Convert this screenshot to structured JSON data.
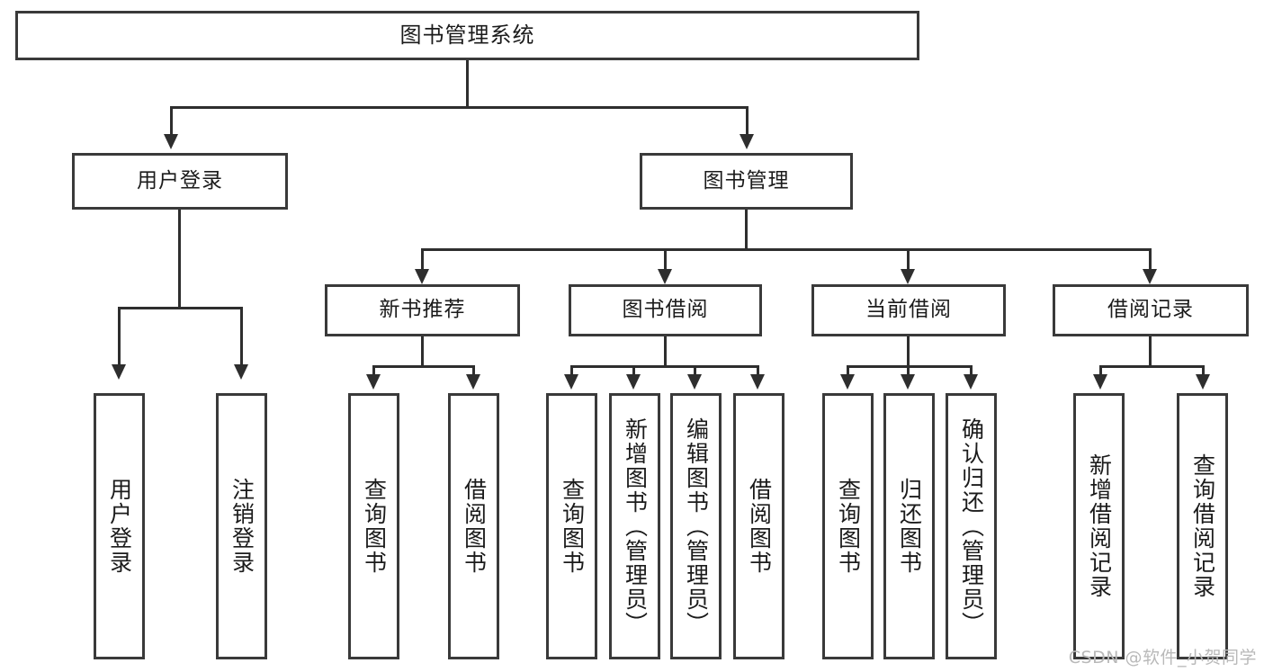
{
  "diagram": {
    "title": "图书管理系统",
    "type": "tree-hierarchy",
    "watermark": "CSDN @软件_小贺同学",
    "colors": {
      "box_border": "#3a3a3a",
      "connector": "#2e2e2e",
      "background": "#ffffff",
      "text": "#1b1b1b",
      "watermark": "#b9b9b9"
    },
    "levels": {
      "level1": [
        {
          "id": "root",
          "label": "图书管理系统"
        }
      ],
      "level2": [
        {
          "id": "user-login",
          "label": "用户登录",
          "parent": "root"
        },
        {
          "id": "book-manage",
          "label": "图书管理",
          "parent": "root"
        }
      ],
      "level3": [
        {
          "id": "new-book-rec",
          "label": "新书推荐",
          "parent": "book-manage"
        },
        {
          "id": "book-borrow",
          "label": "图书借阅",
          "parent": "book-manage"
        },
        {
          "id": "current-borrow",
          "label": "当前借阅",
          "parent": "book-manage"
        },
        {
          "id": "borrow-record",
          "label": "借阅记录",
          "parent": "book-manage"
        }
      ],
      "level4": [
        {
          "id": "leaf-user-login",
          "label": "用户登录",
          "parent": "user-login"
        },
        {
          "id": "leaf-logout",
          "label": "注销登录",
          "parent": "user-login"
        },
        {
          "id": "leaf-query-book-1",
          "label": "查询图书",
          "parent": "new-book-rec"
        },
        {
          "id": "leaf-borrow-book-1",
          "label": "借阅图书",
          "parent": "new-book-rec"
        },
        {
          "id": "leaf-query-book-2",
          "label": "查询图书",
          "parent": "book-borrow"
        },
        {
          "id": "leaf-add-book",
          "label": "新增图书（管理员）",
          "parent": "book-borrow"
        },
        {
          "id": "leaf-edit-book",
          "label": "编辑图书（管理员）",
          "parent": "book-borrow"
        },
        {
          "id": "leaf-borrow-book-2",
          "label": "借阅图书",
          "parent": "book-borrow"
        },
        {
          "id": "leaf-query-book-3",
          "label": "查询图书",
          "parent": "current-borrow"
        },
        {
          "id": "leaf-return-book",
          "label": "归还图书",
          "parent": "current-borrow"
        },
        {
          "id": "leaf-confirm-return",
          "label": "确认归还（管理员）",
          "parent": "current-borrow"
        },
        {
          "id": "leaf-add-record",
          "label": "新增借阅记录",
          "parent": "borrow-record"
        },
        {
          "id": "leaf-query-record",
          "label": "查询借阅记录",
          "parent": "borrow-record"
        }
      ]
    }
  }
}
